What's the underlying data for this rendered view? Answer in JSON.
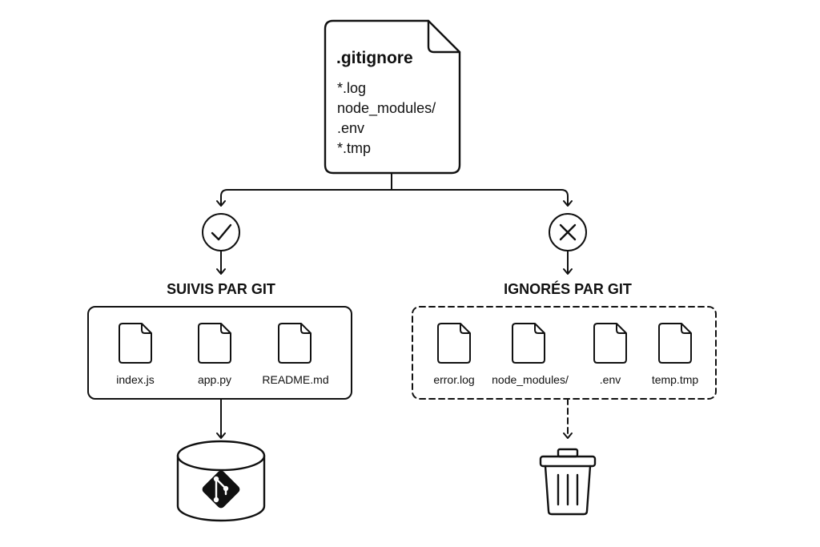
{
  "gitignore": {
    "title": ".gitignore",
    "lines": [
      "*.log",
      "node_modules/",
      ".env",
      "*.tmp"
    ]
  },
  "tracked": {
    "label": "SUIVIS PAR GIT",
    "files": [
      "index.js",
      "app.py",
      "README.md"
    ],
    "destination_icon": "git-repository-icon",
    "status_icon": "check-circle-icon"
  },
  "ignored": {
    "label": "IGNORÉS PAR GIT",
    "files": [
      "error.log",
      "node_modules/",
      ".env",
      "temp.tmp"
    ],
    "destination_icon": "trash-can-icon",
    "status_icon": "x-circle-icon"
  },
  "colors": {
    "ink": "#111111",
    "background": "#ffffff",
    "git_logo_text": "#ffffff"
  }
}
